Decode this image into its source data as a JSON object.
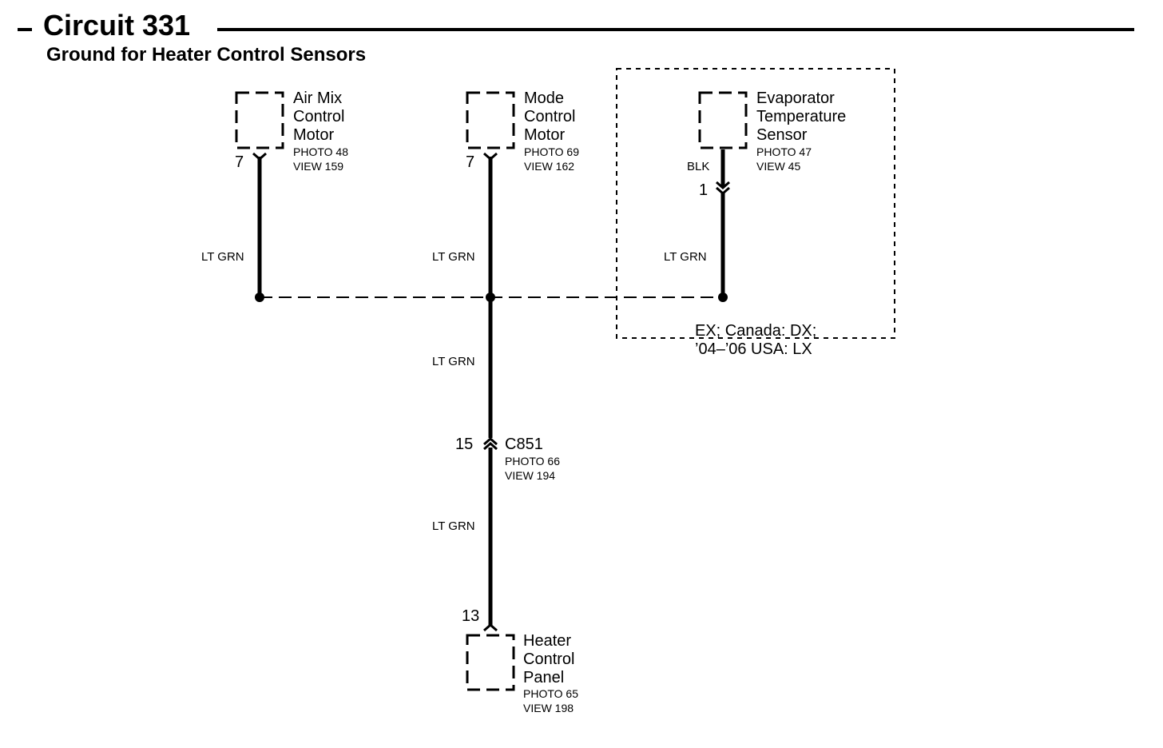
{
  "header": {
    "title": "Circuit 331",
    "subtitle": "Ground for Heater Control Sensors"
  },
  "components": [
    {
      "id": "air-mix",
      "lines": [
        "Air Mix",
        "Control",
        "Motor"
      ],
      "photo": "PHOTO 48",
      "view": "VIEW 159",
      "pin": "7"
    },
    {
      "id": "mode",
      "lines": [
        "Mode",
        "Control",
        "Motor"
      ],
      "photo": "PHOTO 69",
      "view": "VIEW 162",
      "pin": "7"
    },
    {
      "id": "evaporator",
      "lines": [
        "Evaporator",
        "Temperature",
        "Sensor"
      ],
      "photo": "PHOTO 47",
      "view": "VIEW 45",
      "pin": "1",
      "lead_color": "BLK"
    },
    {
      "id": "heater-panel",
      "lines": [
        "Heater",
        "Control",
        "Panel"
      ],
      "photo": "PHOTO 65",
      "view": "VIEW 198",
      "pin": "13"
    }
  ],
  "connector": {
    "name": "C851",
    "photo": "PHOTO 66",
    "view": "VIEW 194",
    "pin": "15"
  },
  "wire_colors": {
    "air_mix": "LT GRN",
    "mode": "LT GRN",
    "evaporator": "LT GRN",
    "trunk_upper": "LT GRN",
    "trunk_lower": "LT GRN"
  },
  "option_note": [
    "EX; Canada: DX;",
    "’04–’06 USA: LX"
  ]
}
